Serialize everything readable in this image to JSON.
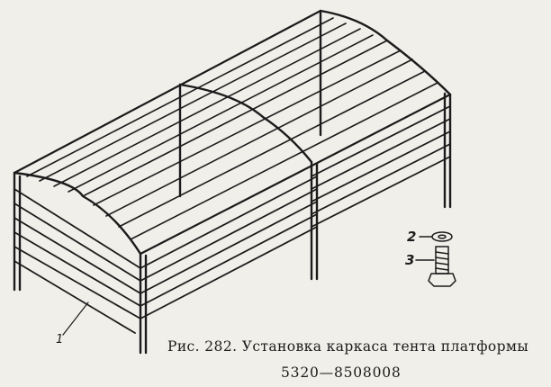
{
  "caption": "Рис. 282. Установка каркаса тента платформы",
  "part_number": "5320—8508008",
  "callouts": {
    "one": "1",
    "two": "2",
    "three": "3"
  }
}
